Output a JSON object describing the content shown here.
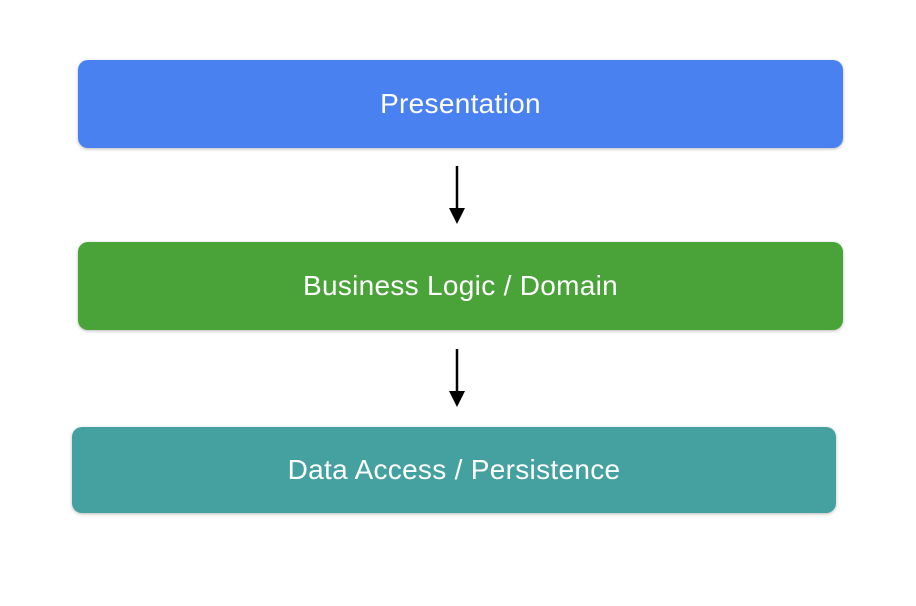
{
  "diagram": {
    "background_color": "#ffffff",
    "text_color": "#ffffff",
    "arrow_color": "#000000",
    "layers": [
      {
        "id": "presentation",
        "label": "Presentation",
        "color": "#4a81f0"
      },
      {
        "id": "business-logic",
        "label": "Business Logic / Domain",
        "color": "#4aa338"
      },
      {
        "id": "data-access",
        "label": "Data Access / Persistence",
        "color": "#45a0a0"
      }
    ],
    "arrows": [
      {
        "from": "presentation",
        "to": "business-logic"
      },
      {
        "from": "business-logic",
        "to": "data-access"
      }
    ]
  }
}
